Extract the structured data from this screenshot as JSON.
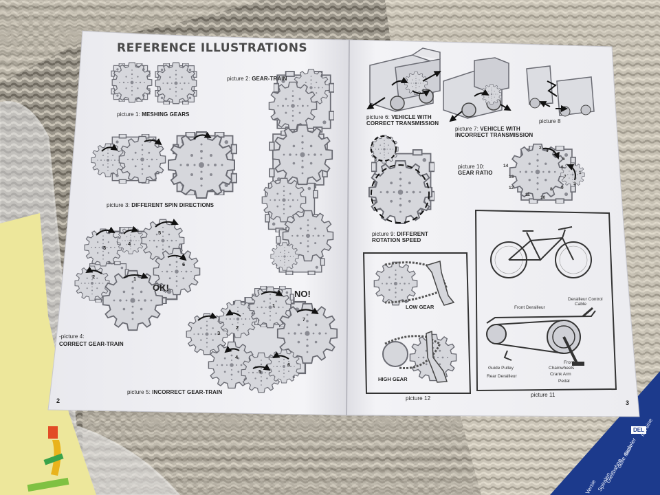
{
  "page_title": "REFERENCE ILLUSTRATIONS",
  "left_page": {
    "picture1": {
      "prefix": "picture 1: ",
      "name": "MESHING GEARS"
    },
    "picture2": {
      "prefix": "picture 2: ",
      "name": "GEAR-TRAIN"
    },
    "picture3": {
      "prefix": "picture 3: ",
      "name": "DIFFERENT SPIN DIRECTIONS"
    },
    "picture4": {
      "prefix": "-picture 4:",
      "name": "CORRECT GEAR-TRAIN"
    },
    "picture5": {
      "prefix": "picture 5: ",
      "name": "INCORRECT GEAR-TRAIN"
    },
    "ok_label": "OK!",
    "no_label": "NO!",
    "page_number": "2",
    "gear_numbers_p4": [
      "1",
      "2",
      "3",
      "4",
      "5",
      "6"
    ],
    "gear_numbers_p5": [
      "1",
      "2",
      "3",
      "4",
      "5",
      "6",
      "7"
    ]
  },
  "right_page": {
    "picture6": {
      "prefix": "picture 6: ",
      "name_line1": "VEHICLE WITH",
      "name_line2": "CORRECT TRANSMISSION"
    },
    "picture7": {
      "prefix": "picture 7: ",
      "name_line1": "VEHICLE WITH",
      "name_line2": "INCORRECT TRANSMISSION"
    },
    "picture8": {
      "label": "picture 8"
    },
    "picture9": {
      "prefix": "picture 9: ",
      "name_line1": "DIFFERENT",
      "name_line2": "ROTATION SPEED"
    },
    "picture10": {
      "prefix": "picture 10:",
      "name": "GEAR RATIO",
      "numbers": [
        "1",
        "2",
        "3",
        "4",
        "5",
        "6",
        "7",
        "8",
        "9",
        "10",
        "11",
        "12",
        "13",
        "14"
      ]
    },
    "picture11": {
      "label": "picture 11",
      "parts": [
        "Front Derailleur",
        "Derailleur Control",
        "Cable",
        "Front",
        "Chainwheels",
        "Guide Pulley",
        "Crank Arm",
        "Rear Derailleur",
        "Pedal"
      ]
    },
    "picture12": {
      "label": "picture 12",
      "low_gear": "LOW GEAR",
      "high_gear": "HIGH GEAR"
    },
    "page_number": "3"
  },
  "booklet_corner": {
    "badge": "DEL",
    "lines": [
      "mit eine",
      "Baueler",
      "delle nach",
      "Gleitbahne",
      "Spiralen",
      "Versie"
    ]
  },
  "colors": {
    "paper": "#f1f1f4",
    "carpet": "#8f8a80",
    "note_yellow": "#eee89e",
    "booklet_blue": "#1c3a8c",
    "ink": "#222222"
  }
}
